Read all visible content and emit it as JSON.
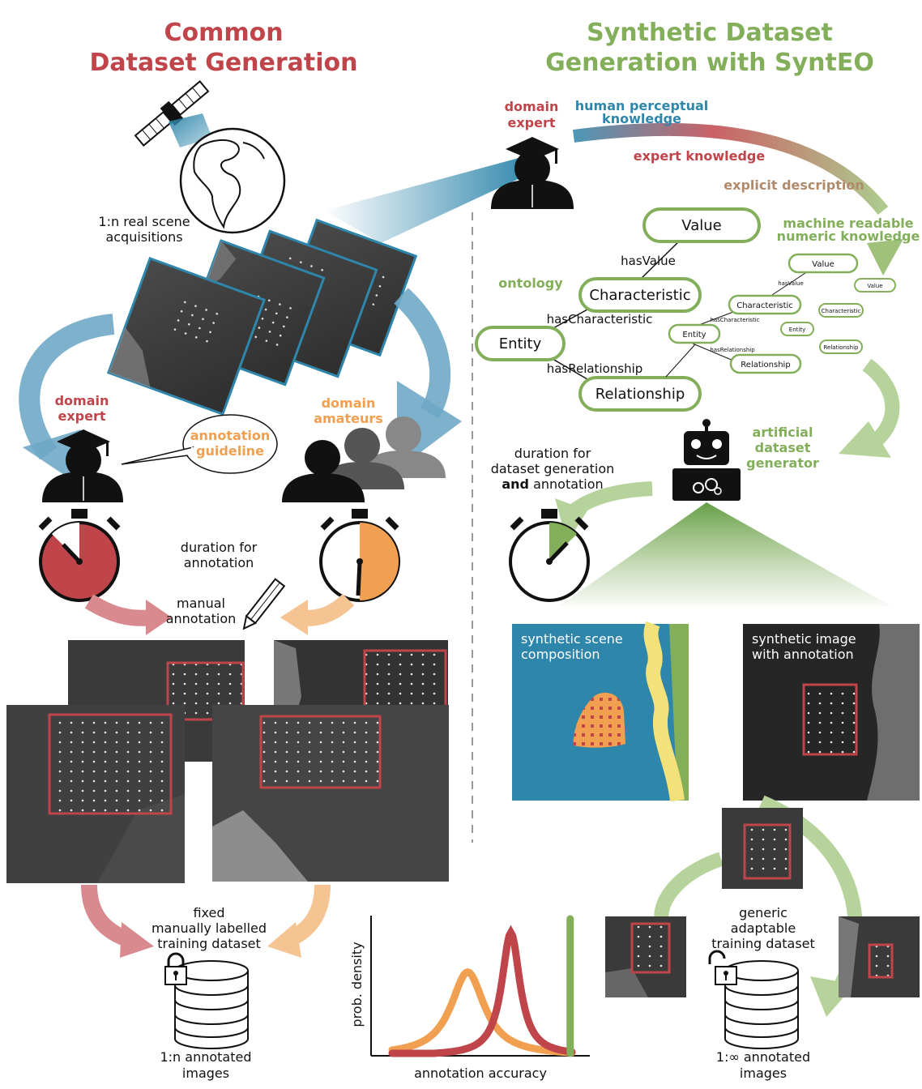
{
  "left": {
    "title_line1": "Common",
    "title_line2": "Dataset Generation",
    "acquisitions_line1": "1:n real scene",
    "acquisitions_line2": "acquisitions",
    "expert_line1": "domain",
    "expert_line2": "expert",
    "guideline_line1": "annotation",
    "guideline_line2": "guideline",
    "amateurs_line1": "domain",
    "amateurs_line2": "amateurs",
    "duration_line1": "duration for",
    "duration_line2": "annotation",
    "manual_line1": "manual",
    "manual_line2": "annotation",
    "fixed_line1": "fixed",
    "fixed_line2": "manually labelled",
    "fixed_line3": "training dataset",
    "annotated_line1": "1:n annotated",
    "annotated_line2": "images"
  },
  "right": {
    "title_line1": "Synthetic Dataset",
    "title_line2": "Generation with SyntEO",
    "expert_line1": "domain",
    "expert_line2": "expert",
    "perceptual_line1": "human perceptual",
    "perceptual_line2": "knowledge",
    "expert_knowledge": "expert knowledge",
    "explicit_description": "explicit description",
    "machine_line1": "machine readable",
    "machine_line2": "numeric knowledge",
    "ontology_label": "ontology",
    "generator_line1": "artificial",
    "generator_line2": "dataset",
    "generator_line3": "generator",
    "duration_line1": "duration for",
    "duration_line2": "dataset generation",
    "duration_and": "and",
    "duration_line3_rest": "annotation",
    "scene_line1": "synthetic scene",
    "scene_line2": "composition",
    "image_line1": "synthetic image",
    "image_line2": "with annotation",
    "generic_line1": "generic",
    "generic_line2": "adaptable",
    "generic_line3": "training dataset",
    "annotated_line1": "1:∞ annotated",
    "annotated_line2": "images"
  },
  "ontology": {
    "value": "Value",
    "characteristic": "Characteristic",
    "entity": "Entity",
    "relationship": "Relationship",
    "has_value": "hasValue",
    "has_characteristic": "hasCharacteristic",
    "has_relationship": "hasRelationship"
  },
  "chart": {
    "ylabel": "prob. density",
    "xlabel": "annotation accuracy"
  },
  "colors": {
    "red": "#c0454b",
    "green": "#83ae5a",
    "orange": "#f0a050",
    "blue": "#2e86ab",
    "arrow_blue": "#6fa8c6",
    "arrow_red": "#d98a8e",
    "arrow_orange": "#f6c393",
    "arrow_green": "#b5d39a"
  },
  "chart_data": {
    "type": "line",
    "title": "",
    "xlabel": "annotation accuracy",
    "ylabel": "prob. density",
    "series": [
      {
        "color": "#f0a050",
        "shape": "bell",
        "peak_x": 0.42,
        "peak_y": 0.68,
        "width": 0.13
      },
      {
        "color": "#c0454b",
        "shape": "bell",
        "peak_x": 0.66,
        "peak_y": 1.0,
        "width": 0.07
      },
      {
        "color": "#83ae5a",
        "shape": "spike",
        "peak_x": 0.99,
        "peak_y": 1.4
      }
    ]
  }
}
